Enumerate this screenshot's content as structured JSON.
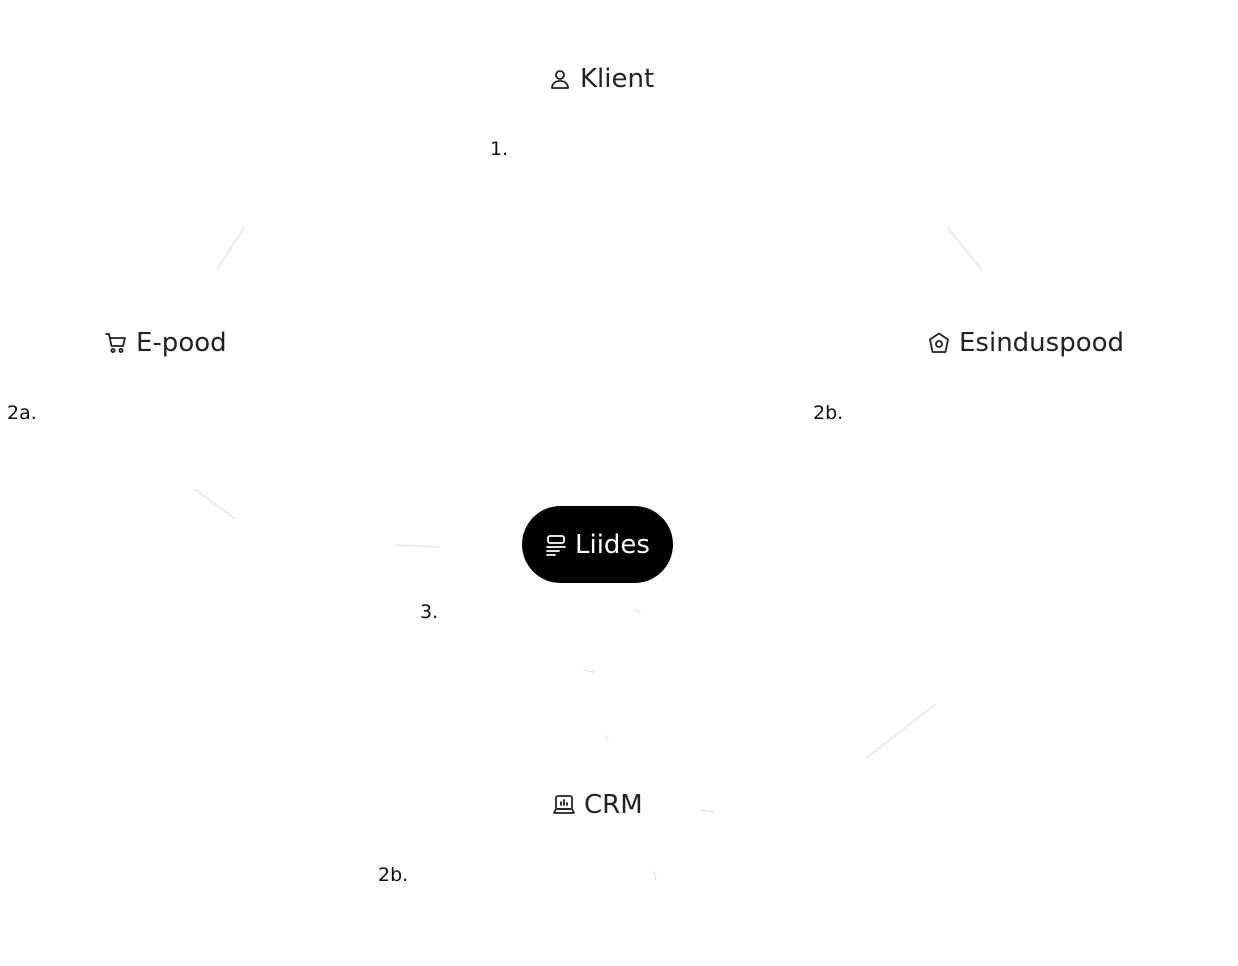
{
  "diagram": {
    "hub": {
      "label": "Liides",
      "icon": "interface-icon",
      "background": "#000000",
      "text_color": "#ffffff"
    },
    "nodes": {
      "client": {
        "label": "Klient",
        "icon": "user-icon"
      },
      "eshop": {
        "label": "E-pood",
        "icon": "shopping-cart-icon"
      },
      "store": {
        "label": "Esinduspood",
        "icon": "store-icon"
      },
      "crm": {
        "label": "CRM",
        "icon": "crm-computer-icon"
      }
    },
    "steps": {
      "client": "1.",
      "eshop": "2a.",
      "store": "2b.",
      "hub": "3.",
      "crm": "2b."
    }
  }
}
